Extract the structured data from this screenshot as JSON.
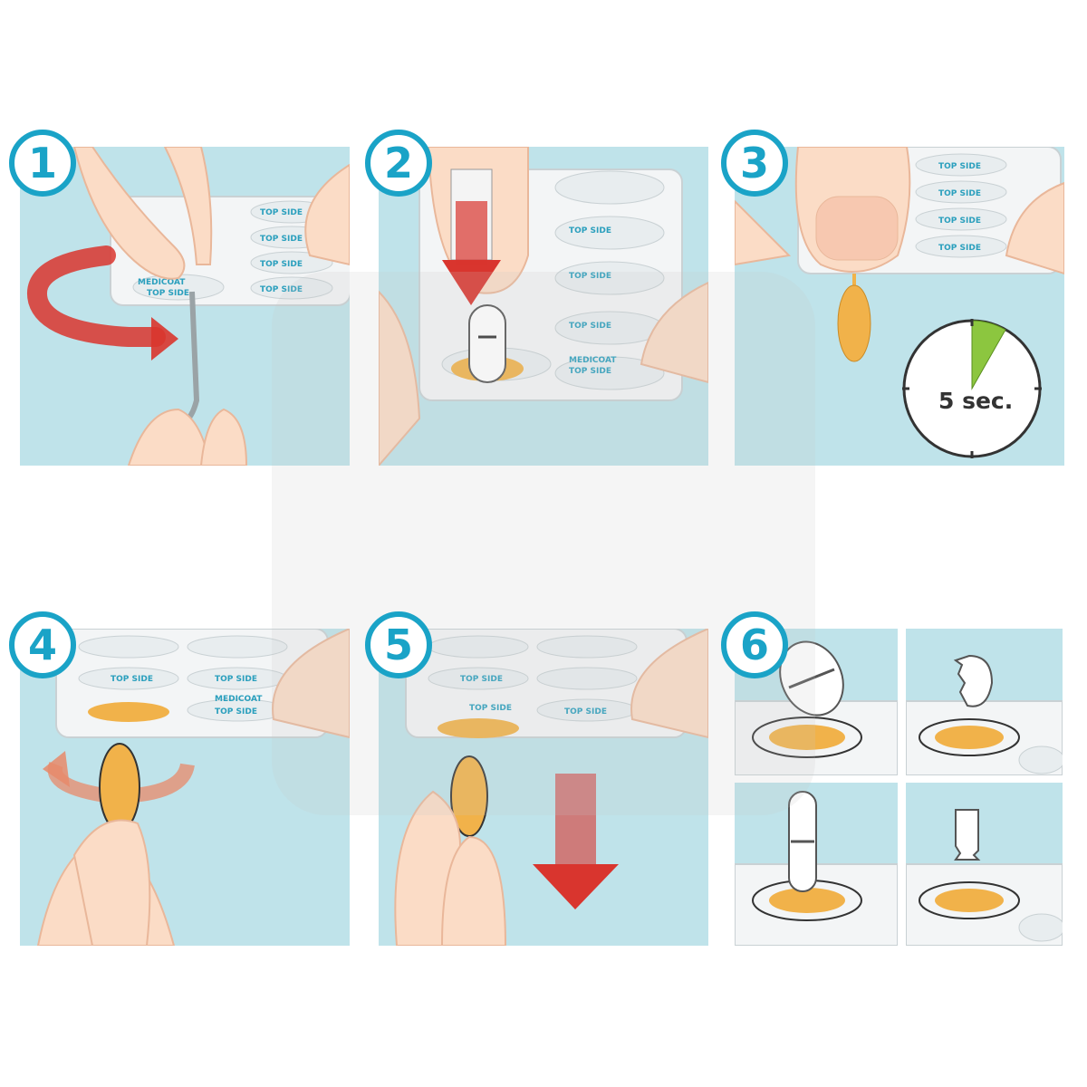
{
  "steps": [
    {
      "number": "1"
    },
    {
      "number": "2"
    },
    {
      "number": "3"
    },
    {
      "number": "4"
    },
    {
      "number": "5"
    },
    {
      "number": "6"
    }
  ],
  "blister": {
    "top_side": "TOP SIDE",
    "brand": "MEDICOAT"
  },
  "timer": {
    "label": "5 sec."
  },
  "colors": {
    "panel_bg": "#bfe3ea",
    "badge": "#1aa3c7",
    "arrow_red": "#d9352e",
    "capsule_orange": "#f1b24a",
    "timer_green": "#8cc63f",
    "skin": "#fbdcc6"
  }
}
